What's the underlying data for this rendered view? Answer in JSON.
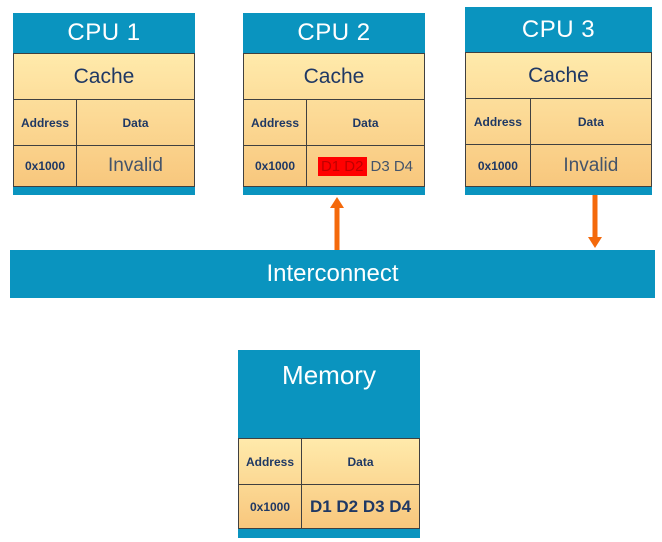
{
  "colors": {
    "block_blue": "#0A94BF",
    "table_gradient_top": "#FFEAAB",
    "table_gradient_bottom": "#F8C77D",
    "border_dark": "#404040",
    "text_navy": "#1F3864",
    "text_grayblue": "#44546A",
    "highlight_bg": "#FF0000",
    "highlight_text": "#C00000",
    "arrow_orange": "#F4690B"
  },
  "cpus": [
    {
      "title": "CPU 1",
      "cache_label": "Cache",
      "address_header": "Address",
      "data_header": "Data",
      "address": "0x1000",
      "data": "Invalid"
    },
    {
      "title": "CPU 2",
      "cache_label": "Cache",
      "address_header": "Address",
      "data_header": "Data",
      "address": "0x1000",
      "data_highlight": "D1 D2",
      "data_rest": "D3 D4"
    },
    {
      "title": "CPU 3",
      "cache_label": "Cache",
      "address_header": "Address",
      "data_header": "Data",
      "address": "0x1000",
      "data": "Invalid"
    }
  ],
  "interconnect": {
    "label": "Interconnect"
  },
  "memory": {
    "title": "Memory",
    "address_header": "Address",
    "data_header": "Data",
    "address": "0x1000",
    "data": "D1 D2 D3 D4"
  },
  "arrows": [
    {
      "name": "interconnect-to-cpu2",
      "direction": "up"
    },
    {
      "name": "cpu3-to-interconnect",
      "direction": "down"
    }
  ]
}
